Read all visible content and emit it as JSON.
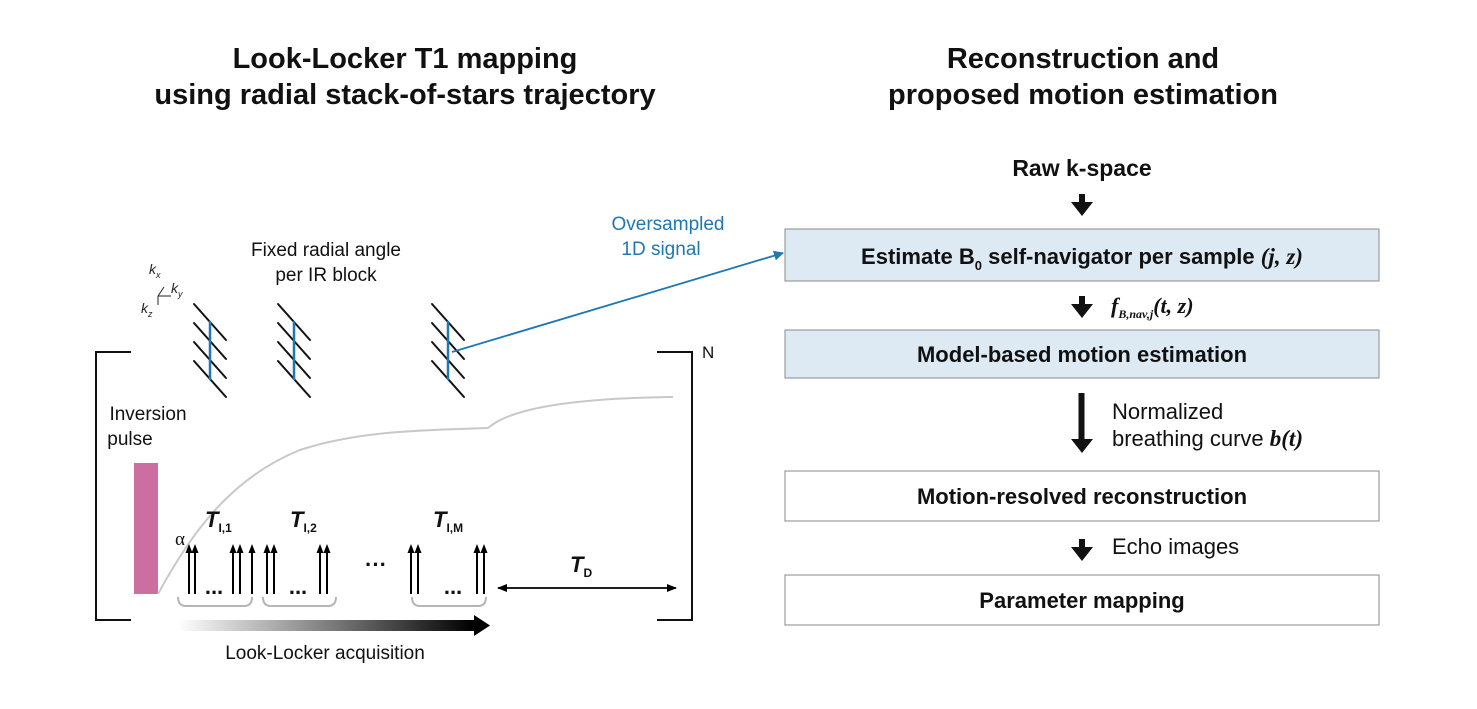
{
  "left_panel": {
    "title_line1": "Look-Locker T1 mapping",
    "title_line2": "using radial stack-of-stars trajectory",
    "axes": {
      "kx": "k",
      "kx_sub": "x",
      "ky": "k",
      "ky_sub": "y",
      "kz": "k",
      "kz_sub": "z"
    },
    "radial_caption_line1": "Fixed radial angle",
    "radial_caption_line2": "per IR block",
    "oversampled_line1": "Oversampled",
    "oversampled_line2": "1D signal",
    "inversion_line1": "Inversion",
    "inversion_line2": "pulse",
    "alpha": "α",
    "ti1": {
      "main": "T",
      "sub": "I,1"
    },
    "ti2": {
      "main": "T",
      "sub": "I,2"
    },
    "tim": {
      "main": "T",
      "sub": "I,M"
    },
    "td": {
      "main": "T",
      "sub": "D"
    },
    "dots_short": "...",
    "dots_middle": "···",
    "repeat_label": "N",
    "acquisition_label": "Look-Locker acquisition"
  },
  "right_panel": {
    "title_line1": "Reconstruction and",
    "title_line2": "proposed motion estimation",
    "raw": "Raw k-space",
    "box1": {
      "pre": "Estimate B",
      "sub": "0",
      "post": " self-navigator per sample ",
      "math": "(j, z)"
    },
    "arrow1": {
      "f": "f",
      "sub": "B,nav,j",
      "args": "(t, z)"
    },
    "box2": "Model-based motion estimation",
    "arrow2_line1": "Normalized",
    "arrow2_line2_pre": "breathing curve ",
    "arrow2_line2_math": "b(t)",
    "box3": "Motion-resolved reconstruction",
    "arrow3": "Echo images",
    "box4": "Parameter mapping"
  },
  "colors": {
    "highlight_box": "#deeaf3",
    "navigator_blue": "#1f77b4",
    "inversion_pulse": "#cc6fa0",
    "curve_gray": "#c8c8c8",
    "text": "#111111"
  }
}
